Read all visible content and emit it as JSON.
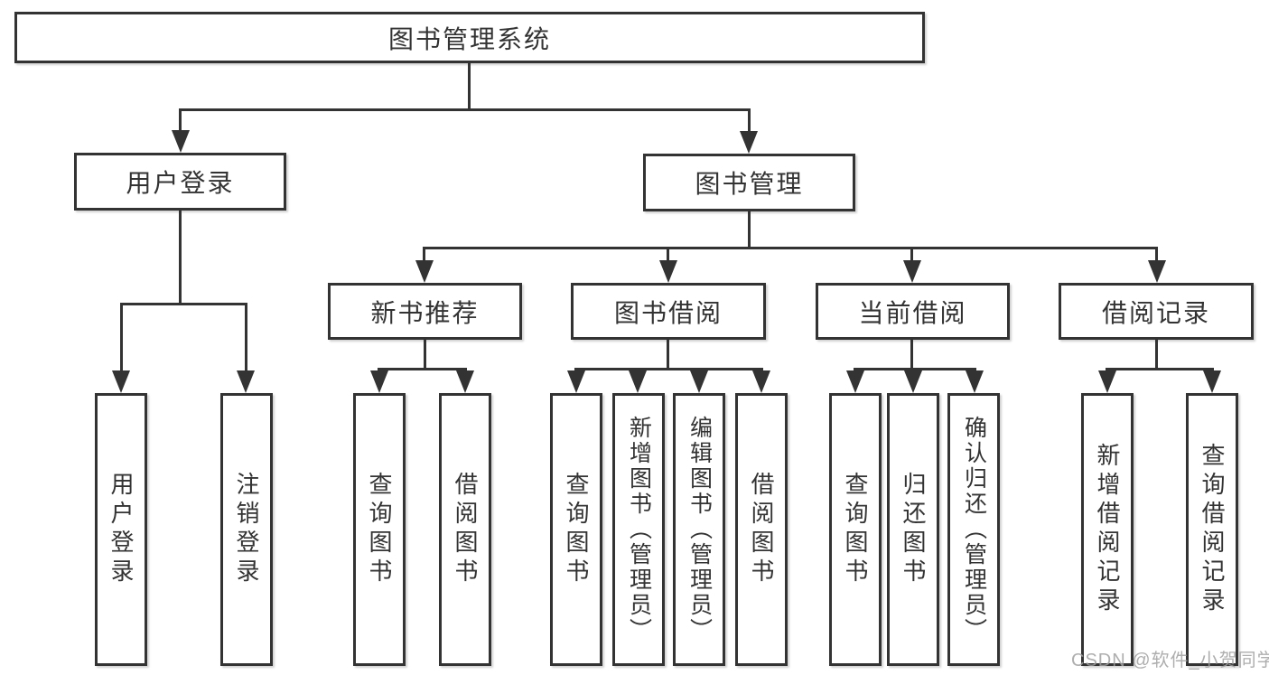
{
  "diagram": {
    "type": "hierarchy-tree",
    "root": {
      "label": "图书管理系统",
      "children": [
        {
          "label": "用户登录",
          "children": [
            {
              "label": "用户登录"
            },
            {
              "label": "注销登录"
            }
          ]
        },
        {
          "label": "图书管理",
          "children": [
            {
              "label": "新书推荐",
              "children": [
                {
                  "label": "查询图书"
                },
                {
                  "label": "借阅图书"
                }
              ]
            },
            {
              "label": "图书借阅",
              "children": [
                {
                  "label": "查询图书"
                },
                {
                  "label": "新增图书（管理员）"
                },
                {
                  "label": "编辑图书（管理员）"
                },
                {
                  "label": "借阅图书"
                }
              ]
            },
            {
              "label": "当前借阅",
              "children": [
                {
                  "label": "查询图书"
                },
                {
                  "label": "归还图书"
                },
                {
                  "label": "确认归还（管理员）"
                }
              ]
            },
            {
              "label": "借阅记录",
              "children": [
                {
                  "label": "新增借阅记录"
                },
                {
                  "label": "查询借阅记录"
                }
              ]
            }
          ]
        }
      ]
    },
    "colors": {
      "line": "#333333",
      "text": "#333333",
      "background": "#ffffff",
      "watermark": "#a0a0a0"
    }
  },
  "watermark": {
    "text": "CSDN @软件_小贺同学"
  }
}
